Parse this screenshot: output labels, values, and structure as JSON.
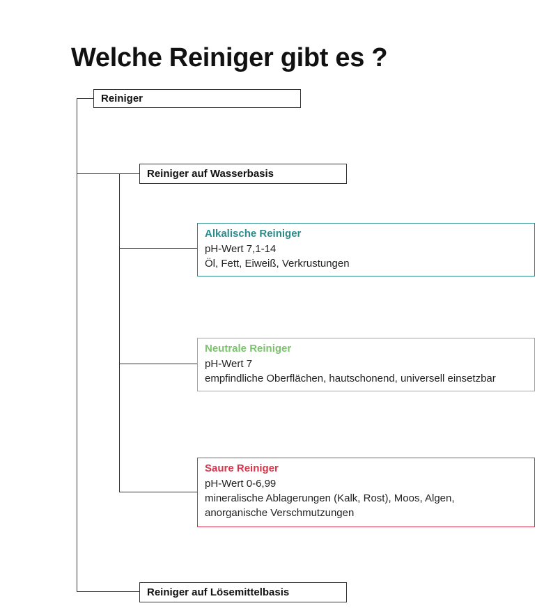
{
  "title": "Welche Reiniger gibt es ?",
  "root": {
    "label": "Reiniger"
  },
  "water": {
    "label": "Reiniger auf Wasserbasis"
  },
  "solvent": {
    "label": "Reiniger auf Lösemittelbasis"
  },
  "categories": [
    {
      "title": "Alkalische Reiniger",
      "color": "#2a8c8c",
      "lines": [
        "pH-Wert 7,1-14",
        "Öl, Fett, Eiweiß, Verkrustungen"
      ]
    },
    {
      "title": "Neutrale Reiniger",
      "color": "#7cc26f",
      "lines": [
        "pH-Wert 7",
        "empfindliche Oberflächen, hautschonend, universell einsetzbar"
      ]
    },
    {
      "title": "Saure Reiniger",
      "color": "#d8334a",
      "lines": [
        "pH-Wert 0-6,99",
        "mineralische Ablagerungen (Kalk, Rost), Moos, Algen,",
        "anorganische Verschmutzungen"
      ]
    }
  ]
}
